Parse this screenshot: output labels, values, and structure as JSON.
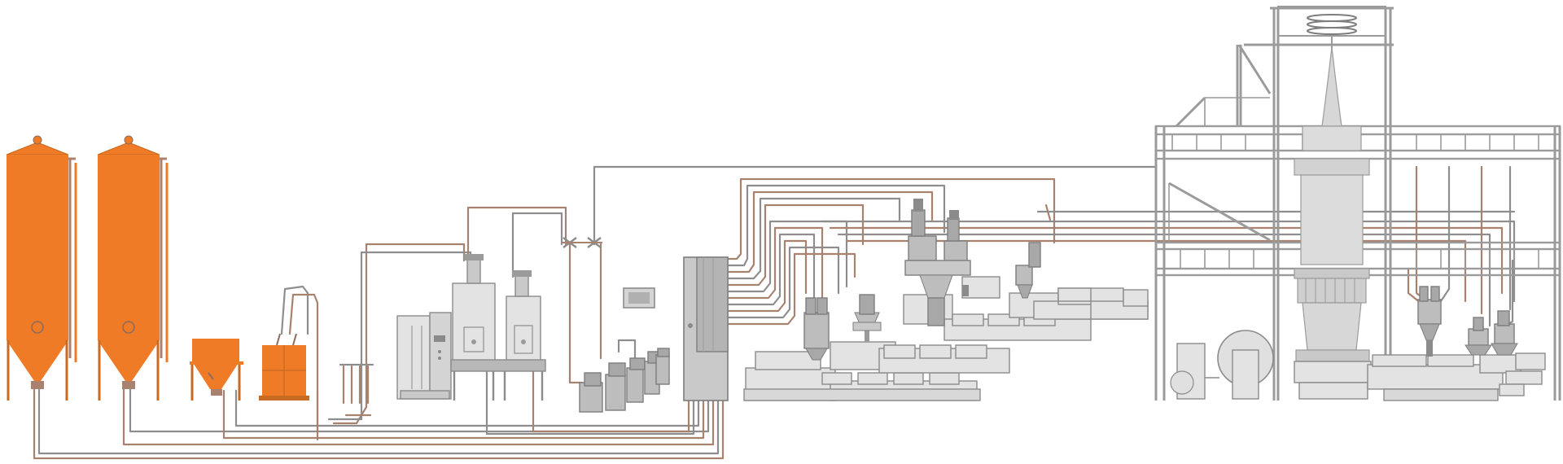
{
  "colors": {
    "accent": "#f07b27",
    "accent_dark": "#d2611a",
    "pipe_copper": "#a8826e",
    "pipe_gray": "#8e8e8e",
    "machine_fill": "#e3e3e3",
    "machine_stroke": "#8b8b8b",
    "machine_dark": "#9b9b9b",
    "background": "#ffffff"
  },
  "components": [
    {
      "id": "silo-1",
      "icon": "storage-silo-icon",
      "highlighted": true
    },
    {
      "id": "silo-2",
      "icon": "storage-silo-icon",
      "highlighted": true
    },
    {
      "id": "bag-hopper",
      "icon": "hopper-icon",
      "highlighted": true
    },
    {
      "id": "octabin",
      "icon": "container-icon",
      "highlighted": true
    },
    {
      "id": "dryer",
      "icon": "dryer-icon",
      "highlighted": false
    },
    {
      "id": "vacuum-pumps",
      "icon": "pump-icon",
      "highlighted": false
    },
    {
      "id": "control-panel",
      "icon": "control-panel-icon",
      "highlighted": false
    },
    {
      "id": "distribution-manifold",
      "icon": "manifold-icon",
      "highlighted": false
    },
    {
      "id": "extrusion-lines",
      "icon": "extruder-icon",
      "highlighted": false
    },
    {
      "id": "blown-film-tower",
      "icon": "blown-film-tower-icon",
      "highlighted": false
    }
  ]
}
